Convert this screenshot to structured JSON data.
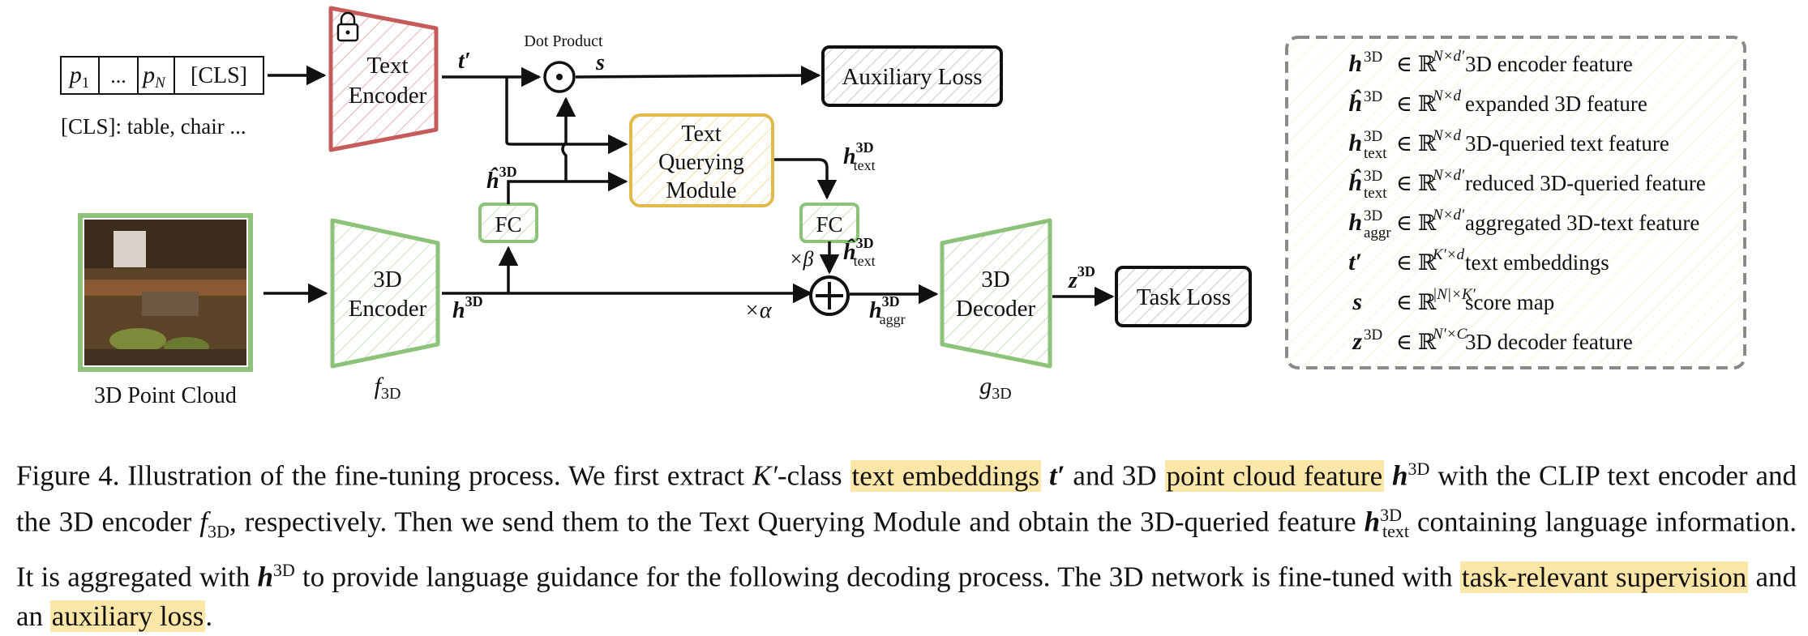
{
  "figure": {
    "tokens": {
      "p1": "p",
      "p1_sub": "1",
      "dots": "...",
      "pN": "p",
      "pN_sub": "N",
      "cls": "[CLS]"
    },
    "cls_desc": "[CLS]: table, chair ...",
    "point_cloud_label": "3D Point Cloud",
    "text_encoder": {
      "line1": "Text",
      "line2": "Encoder"
    },
    "encoder_3d": {
      "line1": "3D",
      "line2": "Encoder"
    },
    "f3d": {
      "base": "f",
      "sub": "3D"
    },
    "dot_product_label": "Dot Product",
    "s_label": "s",
    "t_prime_label": "t′",
    "auxiliary_loss": "Auxiliary Loss",
    "text_querying_module": {
      "line1": "Text",
      "line2": "Querying",
      "line3": "Module"
    },
    "fc_label": "FC",
    "h_hat_label": {
      "base": "ĥ",
      "sup": "3D"
    },
    "h_text_label": {
      "base": "h",
      "sup": "3D",
      "sub": "text"
    },
    "h_hat_text_label": {
      "base": "ĥ",
      "sup": "3D",
      "sub": "text"
    },
    "h_label": {
      "base": "h",
      "sup": "3D"
    },
    "times_beta": "×β",
    "times_alpha": "×α",
    "h_aggr_label": {
      "base": "h",
      "sup": "3D",
      "sub": "aggr"
    },
    "decoder_3d": {
      "line1": "3D",
      "line2": "Decoder"
    },
    "g3d": {
      "base": "g",
      "sub": "3D"
    },
    "z_label": {
      "base": "z",
      "sup": "3D"
    },
    "task_loss": "Task Loss",
    "legend": [
      {
        "sym": "h",
        "acc": "",
        "sup": "3D",
        "sub": "",
        "dim": "N×d′",
        "desc": "3D encoder feature"
      },
      {
        "sym": "ĥ",
        "acc": "",
        "sup": "3D",
        "sub": "",
        "dim": "N×d",
        "desc": "expanded 3D feature"
      },
      {
        "sym": "h",
        "acc": "",
        "sup": "3D",
        "sub": "text",
        "dim": "N×d",
        "desc": "3D-queried text feature"
      },
      {
        "sym": "ĥ",
        "acc": "",
        "sup": "3D",
        "sub": "text",
        "dim": "N×d′",
        "desc": "reduced 3D-queried feature"
      },
      {
        "sym": "h",
        "acc": "",
        "sup": "3D",
        "sub": "aggr",
        "dim": "N×d′",
        "desc": "aggregated 3D-text feature"
      },
      {
        "sym": "t′",
        "acc": "",
        "sup": "",
        "sub": "",
        "dim": "K′×d",
        "desc": "text embeddings"
      },
      {
        "sym": "s",
        "acc": "",
        "sup": "",
        "sub": "",
        "dim": "|N|×K′",
        "desc": "score map"
      },
      {
        "sym": "z",
        "acc": "",
        "sup": "3D",
        "sub": "",
        "dim": "N′×C",
        "desc": "3D decoder feature"
      }
    ],
    "legend_in": "∈ ℝ"
  },
  "caption": {
    "c1": "Figure 4. Illustration of the fine-tuning process. We first extract ",
    "k": "K′",
    "c2": "-class ",
    "hl1": "text embeddings",
    "t": "t′",
    "c3": " and 3D ",
    "hl2": "point cloud feature",
    "h1": "h",
    "h1_sup": "3D",
    "c4": " with the CLIP text encoder and the 3D encoder ",
    "f": "f",
    "f_sub": "3D",
    "c5": ", respectively. Then we send them to the Text Querying Module and obtain the 3D-queried feature ",
    "h2": "h",
    "h2_sup": "3D",
    "h2_sub": "text",
    "c6": " containing language information. It is aggregated with ",
    "h3": "h",
    "h3_sup": "3D",
    "c7": " to provide language guidance for the following decoding process. The 3D network is fine-tuned with ",
    "hl3": "task-relevant supervision",
    "c8": " and an ",
    "hl4": "auxiliary loss",
    "c9": "."
  }
}
